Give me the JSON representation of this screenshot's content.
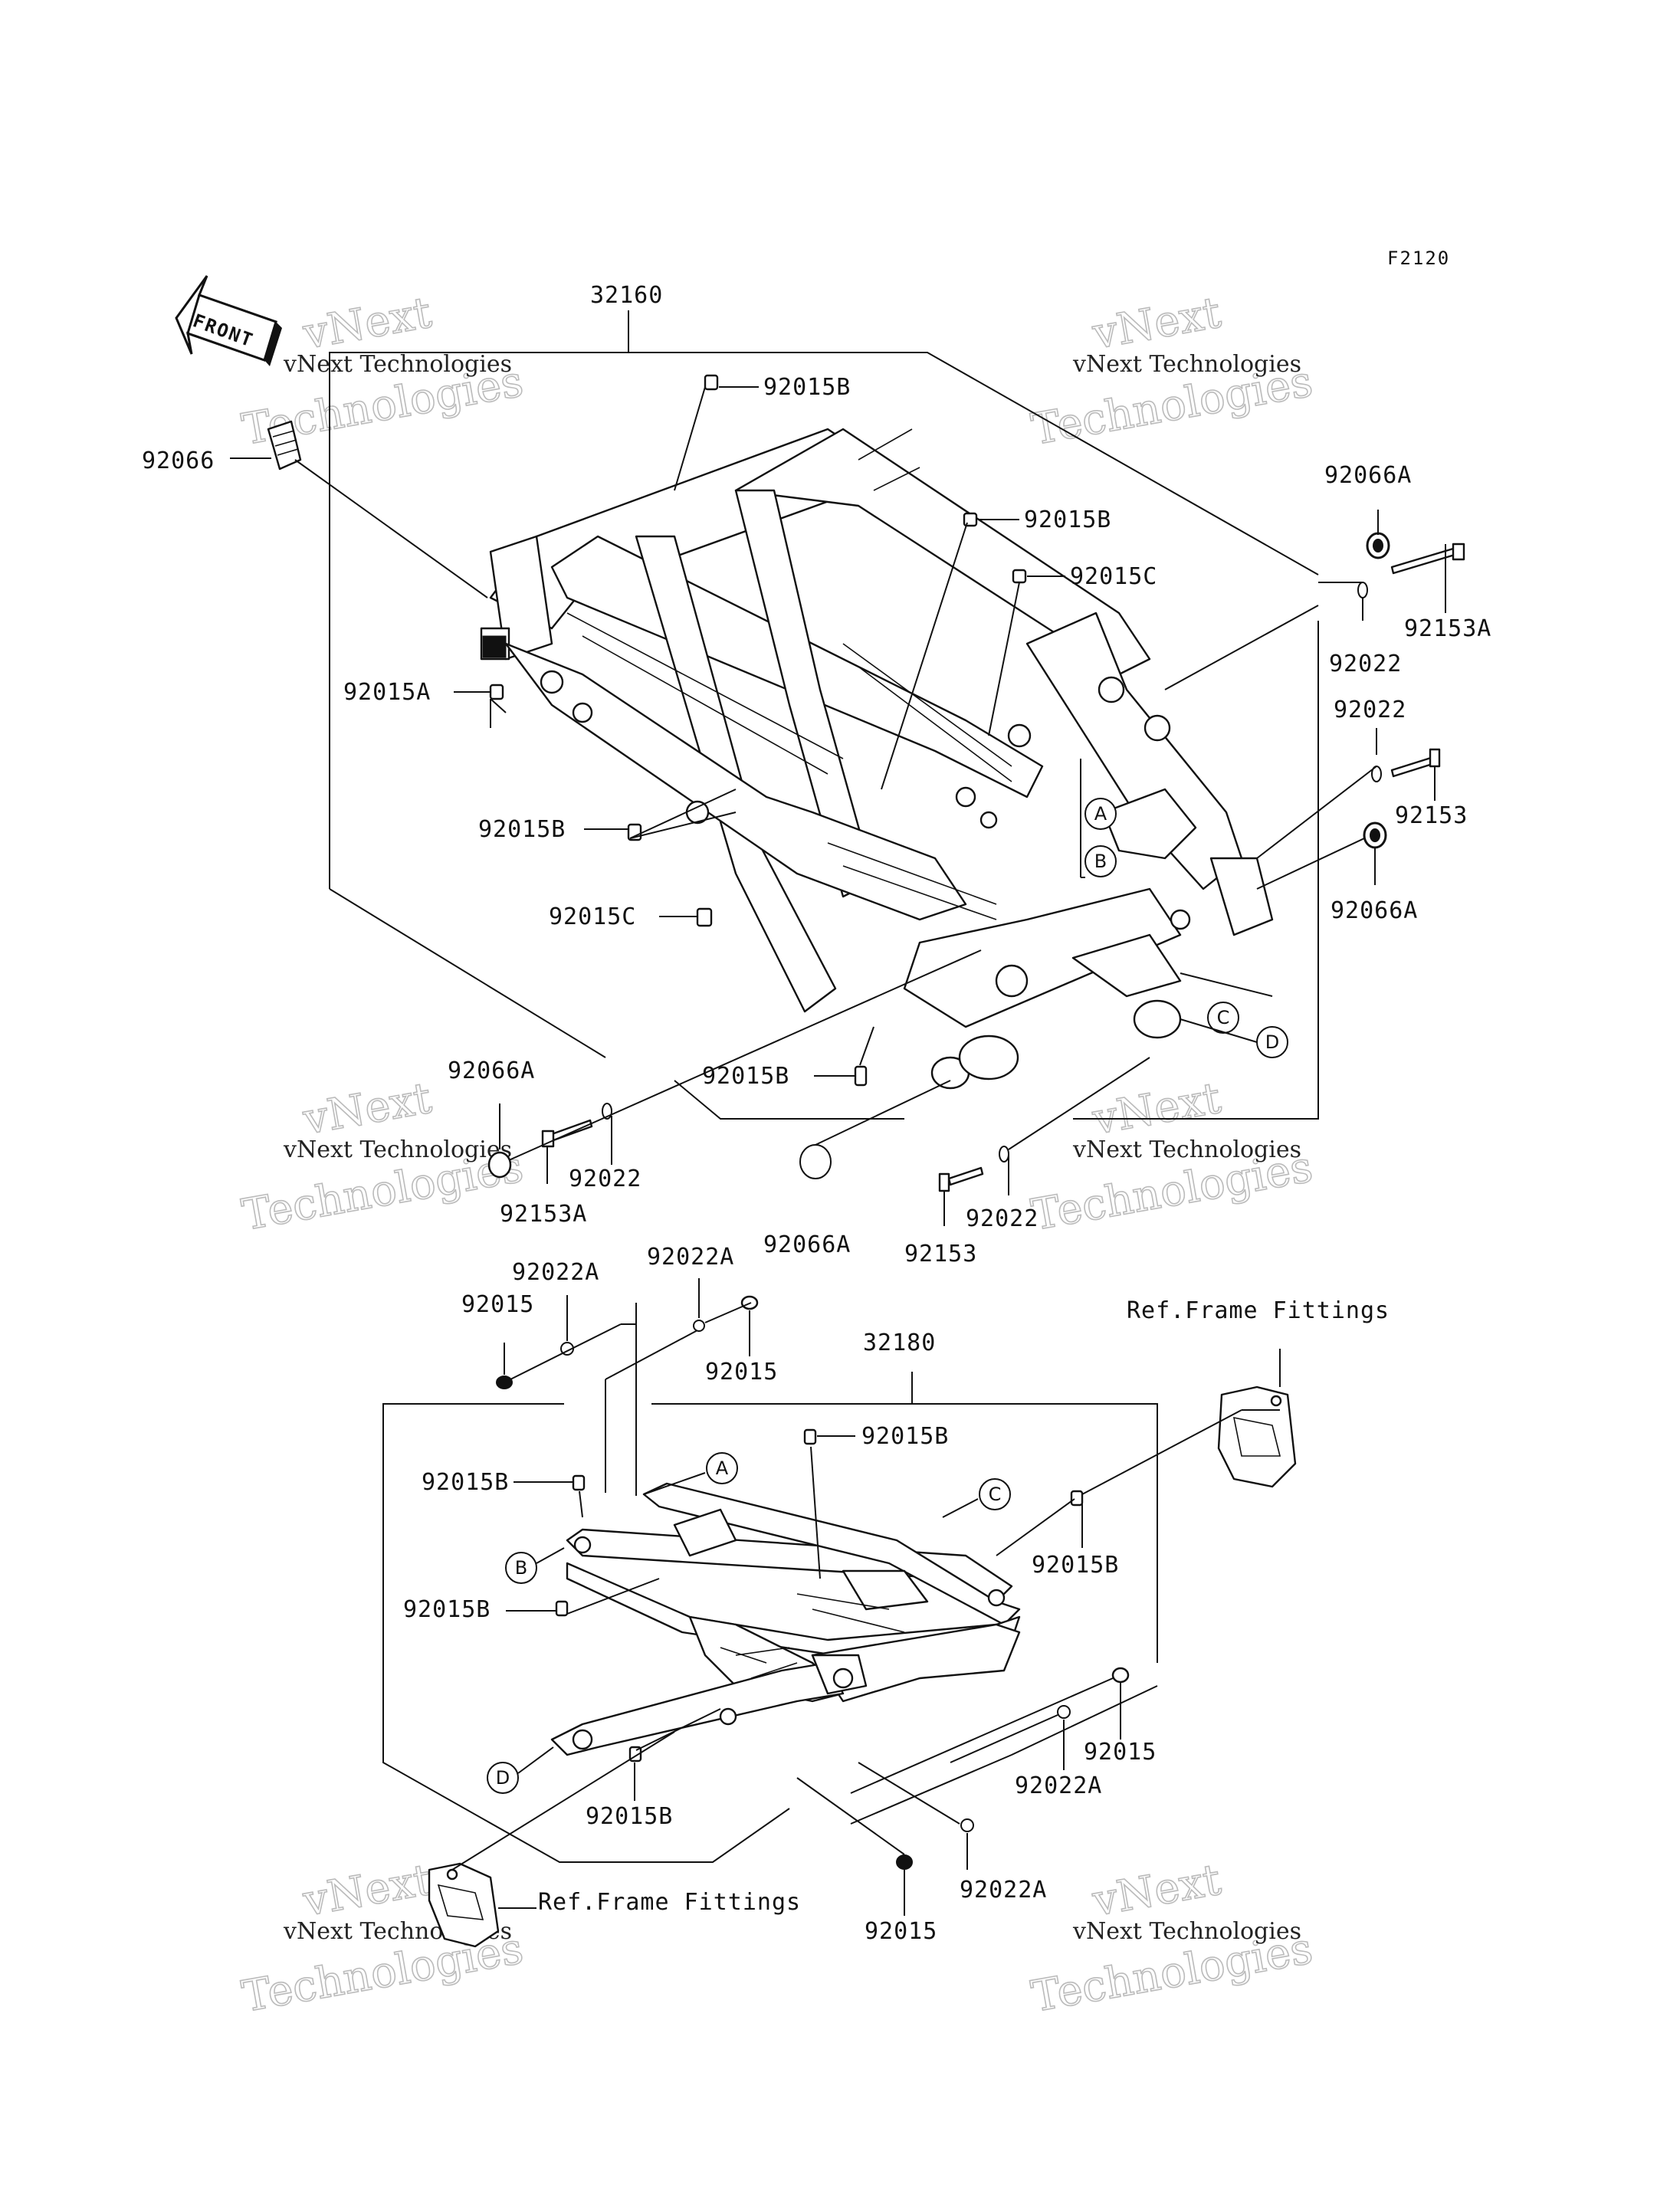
{
  "figure_code": "F2120",
  "front_arrow_label": "FRONT",
  "watermark": {
    "line1": "vNext Technologies",
    "line2": "vNext",
    "line3": "Technologies"
  },
  "reference_letters": [
    "A",
    "B",
    "C",
    "D"
  ],
  "upper_assembly": {
    "frame_part": "32160",
    "labels": {
      "p92066": "92066",
      "p92015B_top": "92015B",
      "p92015B_mid": "92015B",
      "p92015C_top": "92015C",
      "p92015A": "92015A",
      "p92015B_left": "92015B",
      "p92015C_left": "92015C",
      "p92015B_bottom": "92015B",
      "p92066A_right_top": "92066A",
      "p92153A_right": "92153A",
      "p92022_right_top": "92022",
      "p92022_right_mid": "92022",
      "p92153_right": "92153",
      "p92066A_right_bottom": "92066A",
      "p92066A_left": "92066A",
      "p92022_left": "92022",
      "p92153A_left": "92153A",
      "p92066A_bottom": "92066A",
      "p92022_bottom": "92022",
      "p92153_bottom": "92153"
    }
  },
  "lower_assembly": {
    "frame_part": "32180",
    "ref_label": "Ref.Frame Fittings",
    "labels": {
      "p92022A_top_left": "92022A",
      "p92015_top_left": "92015",
      "p92022A_top_mid": "92022A",
      "p92015_top_mid": "92015",
      "p92015B_top": "92015B",
      "p92015B_left_top": "92015B",
      "p92015B_right": "92015B",
      "p92015B_left_bottom": "92015B",
      "p92015_right": "92015",
      "p92022A_right": "92022A",
      "p92015B_bottom": "92015B",
      "p92022A_bottom": "92022A",
      "p92015_bottom": "92015"
    }
  }
}
